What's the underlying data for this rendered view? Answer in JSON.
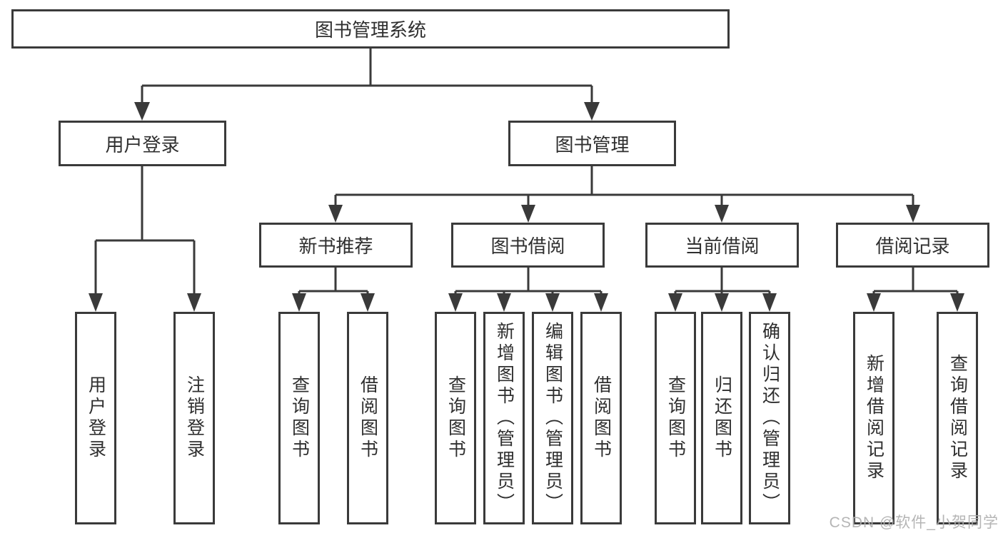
{
  "colors": {
    "line": "#3a3a3a",
    "box_border": "#3a3a3a",
    "text": "#2f2f2f",
    "background": "#ffffff",
    "watermark": "#afafaf"
  },
  "diagram": {
    "root": "图书管理系统",
    "level2": {
      "user_login": "用户登录",
      "book_mgmt": "图书管理"
    },
    "user_login_children": {
      "login": "用户登录",
      "logout": "注销登录"
    },
    "level3": {
      "new_book_rec": "新书推荐",
      "book_borrow": "图书借阅",
      "current_borrow": "当前借阅",
      "borrow_records": "借阅记录"
    },
    "new_book_rec_children": {
      "query_books": "查询图书",
      "borrow_books": "借阅图书"
    },
    "book_borrow_children": {
      "query_books": "查询图书",
      "add_books": "新增图书（管理员）",
      "edit_books": "编辑图书（管理员）",
      "borrow_books": "借阅图书"
    },
    "current_borrow_children": {
      "query_books": "查询图书",
      "return_books": "归还图书",
      "confirm_return": "确认归还（管理员）"
    },
    "borrow_records_children": {
      "add_record": "新增借阅记录",
      "query_record": "查询借阅记录"
    }
  },
  "watermark": "CSDN @软件_小贺同学"
}
